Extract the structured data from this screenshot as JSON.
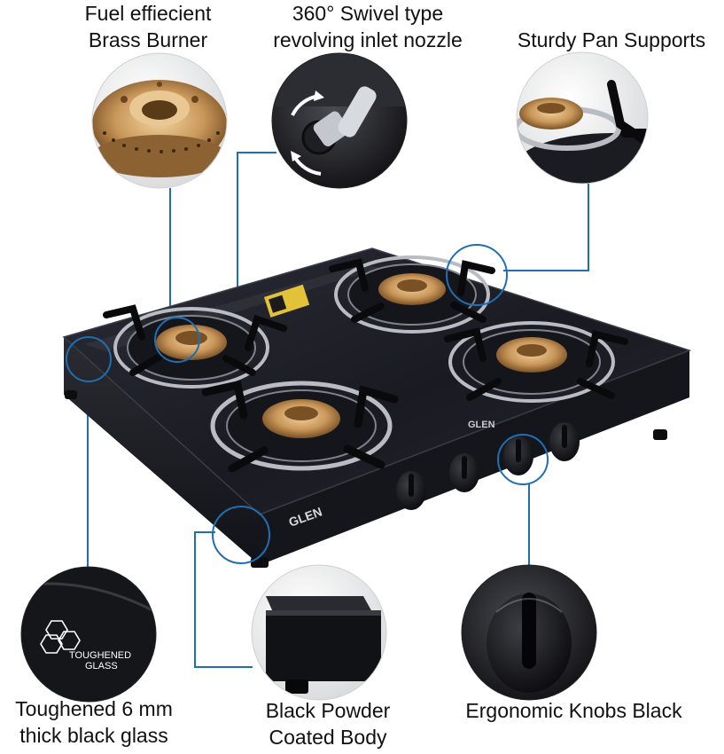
{
  "features": {
    "brass_burner": {
      "line1": "Fuel effiecient",
      "line2": "Brass Burner"
    },
    "swivel_nozzle": {
      "line1": "360° Swivel type",
      "line2": "revolving inlet nozzle"
    },
    "pan_supports": {
      "line1": "Sturdy Pan Supports"
    },
    "toughened_glass": {
      "line1": "Toughened 6 mm",
      "line2": "thick black glass"
    },
    "powder_body": {
      "line1": "Black Powder",
      "line2": "Coated Body"
    },
    "knobs": {
      "line1": "Ergonomic Knobs Black"
    }
  },
  "product": {
    "brand_front": "GLEN",
    "brand_top": "GLEN",
    "glass_badge_line1": "TOUGHENED",
    "glass_badge_line2": "GLASS"
  },
  "colors": {
    "callout_line": "#1f6fb2",
    "glass": "#1c1d24",
    "brass": "#c9975a",
    "steel": "#b9bcc2"
  }
}
